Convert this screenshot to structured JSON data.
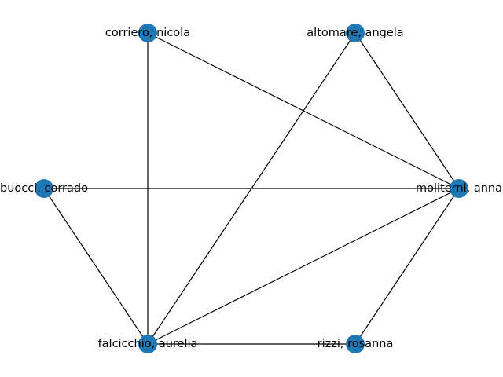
{
  "graph": {
    "node_color": "#1f77b4",
    "edge_color": "#000000",
    "nodes": [
      {
        "id": "corriero",
        "label": "corriero, nicola"
      },
      {
        "id": "altomare",
        "label": "altomare, angela"
      },
      {
        "id": "buocci",
        "label": "buocci, corrado"
      },
      {
        "id": "moliterni",
        "label": "moliterni, anna"
      },
      {
        "id": "falcicchio",
        "label": "falcicchio, aurelia"
      },
      {
        "id": "rizzi",
        "label": "rizzi, rosanna"
      }
    ],
    "edges": [
      [
        "corriero",
        "moliterni"
      ],
      [
        "corriero",
        "falcicchio"
      ],
      [
        "altomare",
        "moliterni"
      ],
      [
        "altomare",
        "falcicchio"
      ],
      [
        "buocci",
        "moliterni"
      ],
      [
        "buocci",
        "falcicchio"
      ],
      [
        "moliterni",
        "falcicchio"
      ],
      [
        "moliterni",
        "rizzi"
      ],
      [
        "falcicchio",
        "rizzi"
      ]
    ]
  }
}
